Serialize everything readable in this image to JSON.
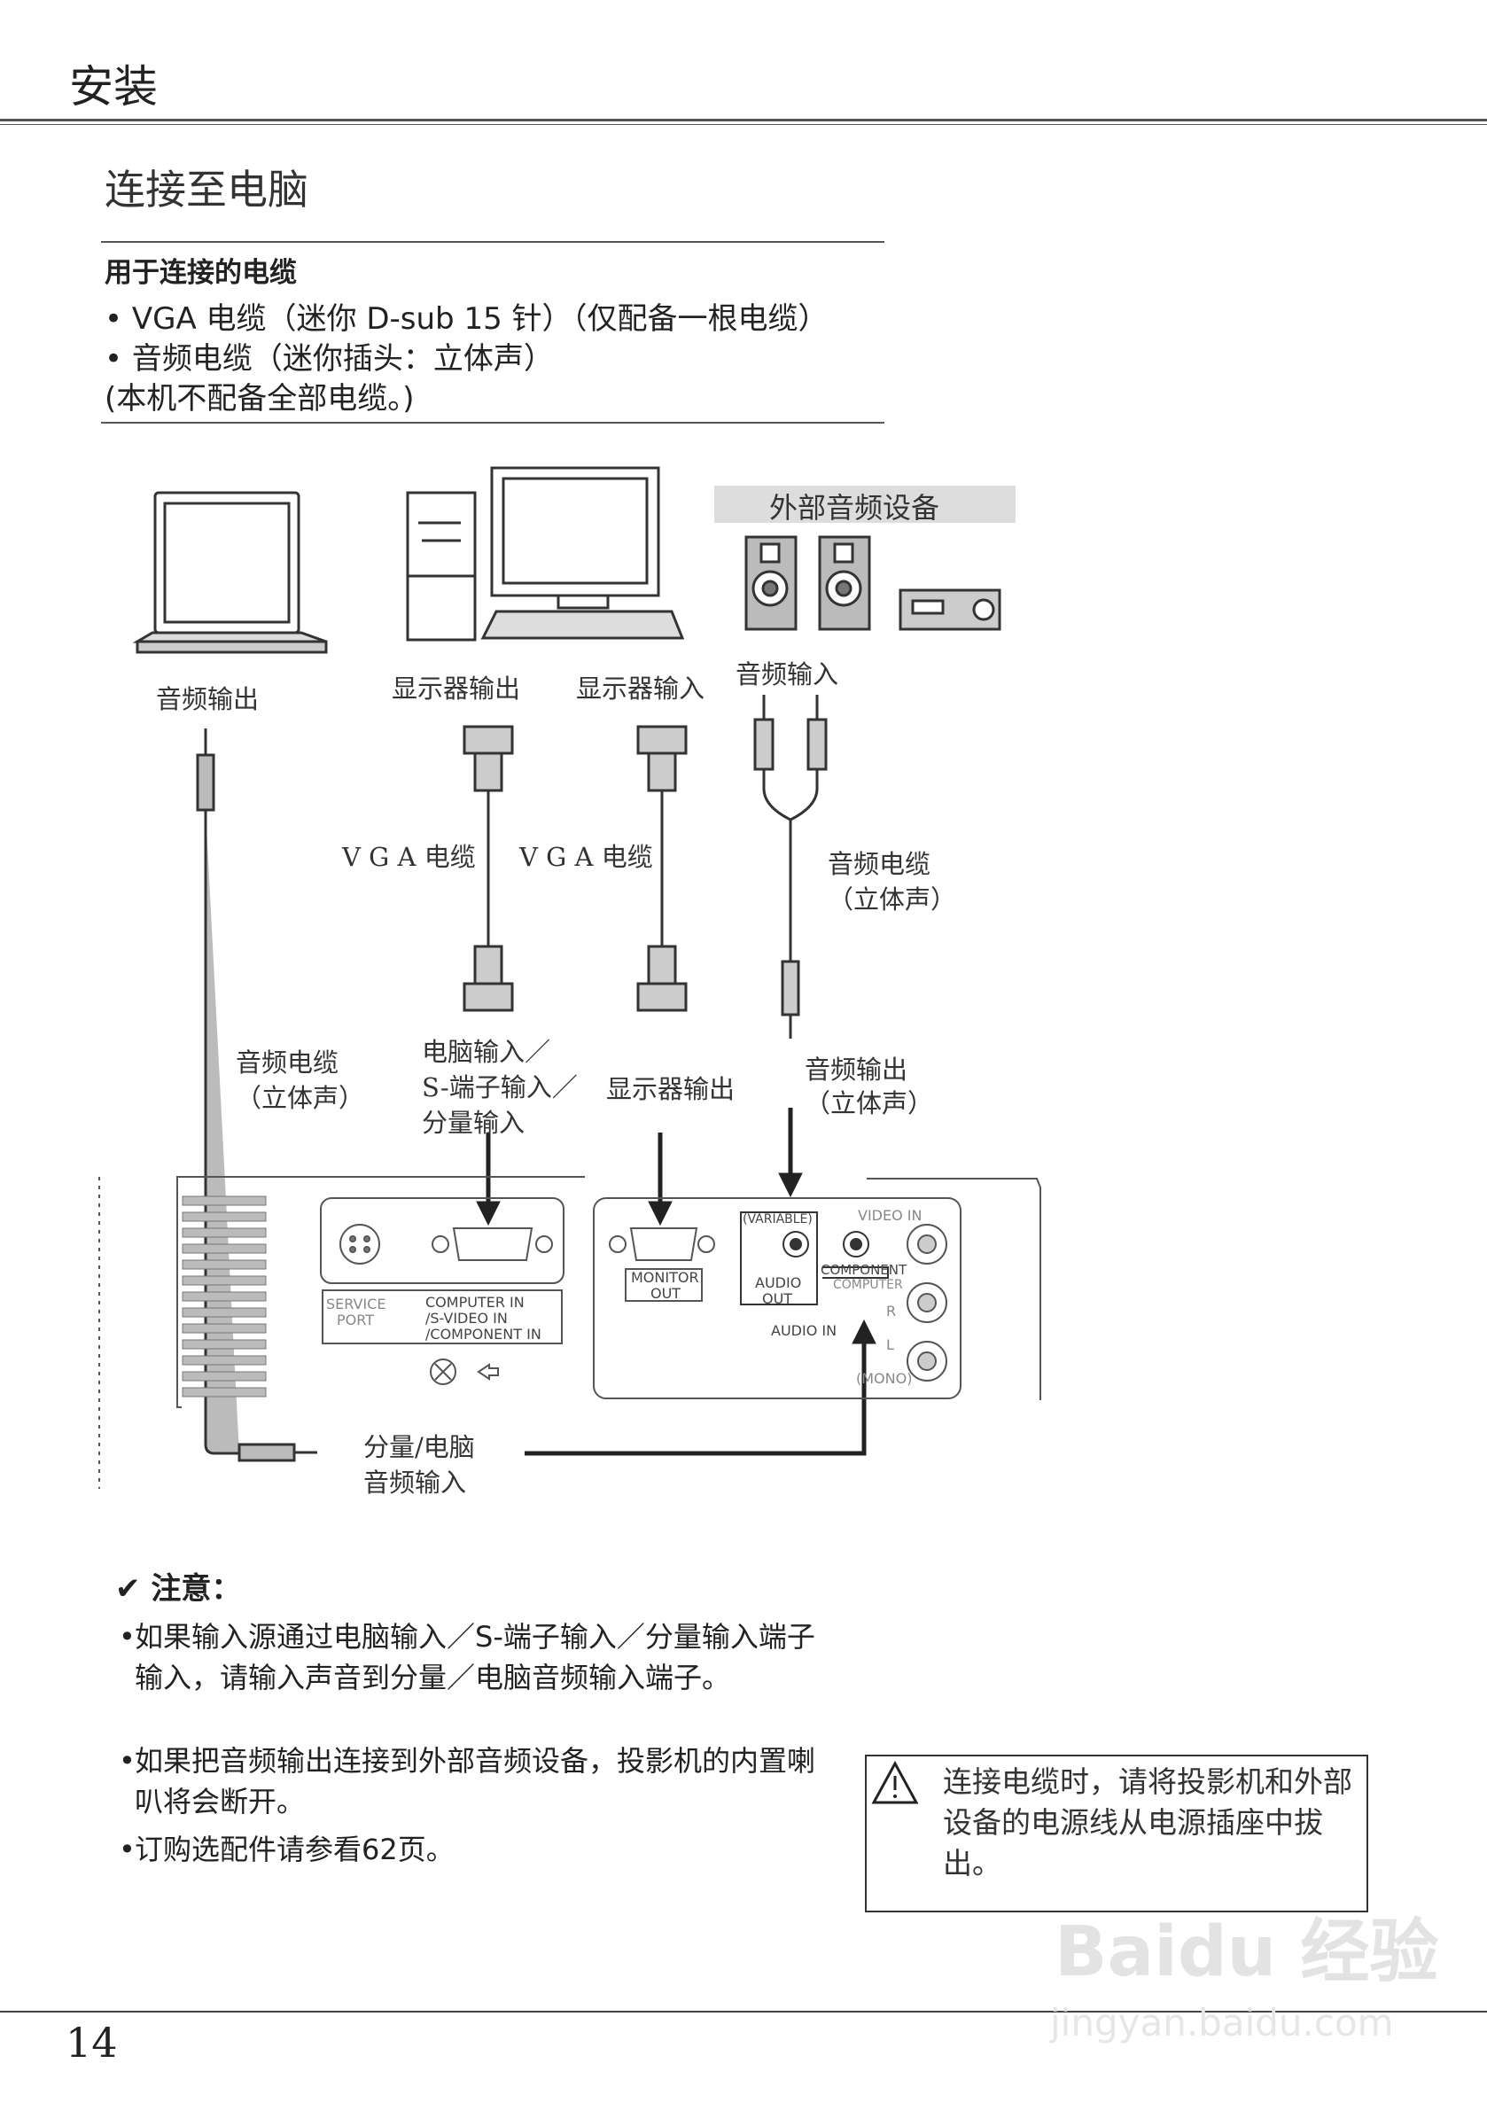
{
  "header": {
    "title": "安装"
  },
  "section": {
    "title": "连接至电脑"
  },
  "cables": {
    "heading": "用于连接的电缆",
    "items": [
      "• VGA 电缆（迷你 D-sub 15 针）（仅配备一根电缆）",
      "• 音频电缆（迷你插头：立体声）"
    ],
    "footnote": "(本机不配备全部电缆。)"
  },
  "diagram": {
    "external_audio": "外部音频设备",
    "laptop_audio_out": "音频输出",
    "monitor_output": "显示器输出",
    "monitor_input": "显示器输入",
    "audio_input": "音频输入",
    "vga_cable_1": "V G A  电缆",
    "vga_cable_2": "V G A  电缆",
    "audio_cable_stereo": [
      "音频电缆",
      "（立体声）"
    ],
    "left_audio_cable": [
      "音频电缆",
      "（立体声）"
    ],
    "pc_input": [
      "电脑输入／",
      "S-端子输入／",
      "分量输入"
    ],
    "monitor_out_label": "显示器输出",
    "audio_out_stereo": [
      "音频输出",
      "（立体声）"
    ],
    "component_pc_audio_in": [
      "分量/电脑",
      "音频输入"
    ],
    "panel": {
      "service_port": [
        "SERVICE",
        "PORT"
      ],
      "computer_in": [
        "COMPUTER  IN",
        "/S-VIDEO  IN",
        "/COMPONENT  IN"
      ],
      "monitor_out": [
        "MONITOR",
        "OUT"
      ],
      "variable": "(VARIABLE)",
      "audio_out": [
        "AUDIO",
        "OUT"
      ],
      "component": "COMPONENT",
      "computer_short": "COMPUTER",
      "video_in": "VIDEO  IN",
      "audio_in": "AUDIO  IN",
      "r": "R",
      "l": "L",
      "mono": "(MONO)"
    }
  },
  "notes": {
    "heading": "注意：",
    "items": [
      "如果输入源通过电脑输入／S-端子输入／分量输入端子输入，请输入声音到分量／电脑音频输入端子。",
      "如果把音频输出连接到外部音频设备，投影机的内置喇叭将会断开。",
      "订购选配件请参看62页。"
    ]
  },
  "warning": {
    "text": "连接电缆时，请将投影机和外部设备的电源线从电源插座中拔出。"
  },
  "page": {
    "number": "14"
  },
  "watermark": {
    "brand": "Baidu 经验",
    "url": "jingyan.baidu.com"
  }
}
